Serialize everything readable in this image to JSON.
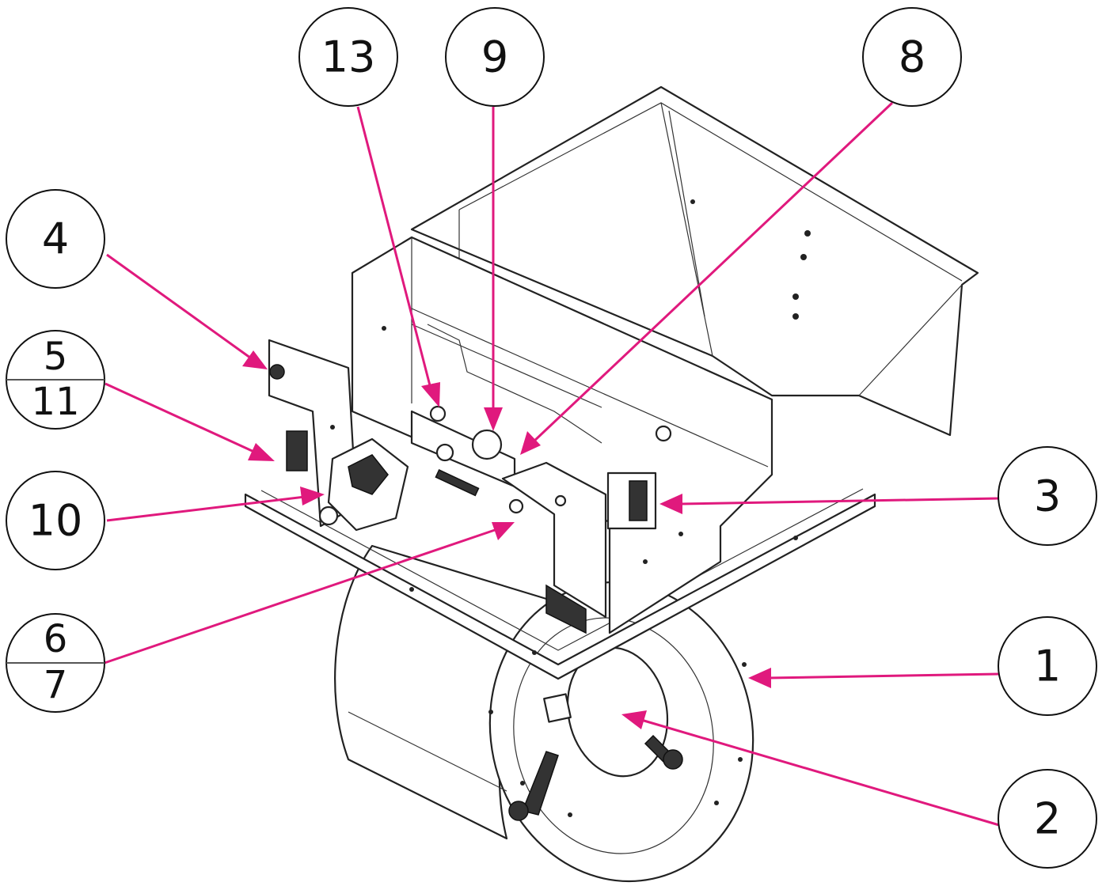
{
  "colors": {
    "leader": "#e0197d",
    "outline": "#222222",
    "background": "#ffffff"
  },
  "callouts": [
    {
      "id": "c13",
      "label": "13"
    },
    {
      "id": "c9",
      "label": "9"
    },
    {
      "id": "c8",
      "label": "8"
    },
    {
      "id": "c4",
      "label": "4"
    },
    {
      "id": "c5_11",
      "top": "5",
      "bottom": "11"
    },
    {
      "id": "c10",
      "label": "10"
    },
    {
      "id": "c6_7",
      "top": "6",
      "bottom": "7"
    },
    {
      "id": "c3",
      "label": "3"
    },
    {
      "id": "c1",
      "label": "1"
    },
    {
      "id": "c2",
      "label": "2"
    }
  ]
}
